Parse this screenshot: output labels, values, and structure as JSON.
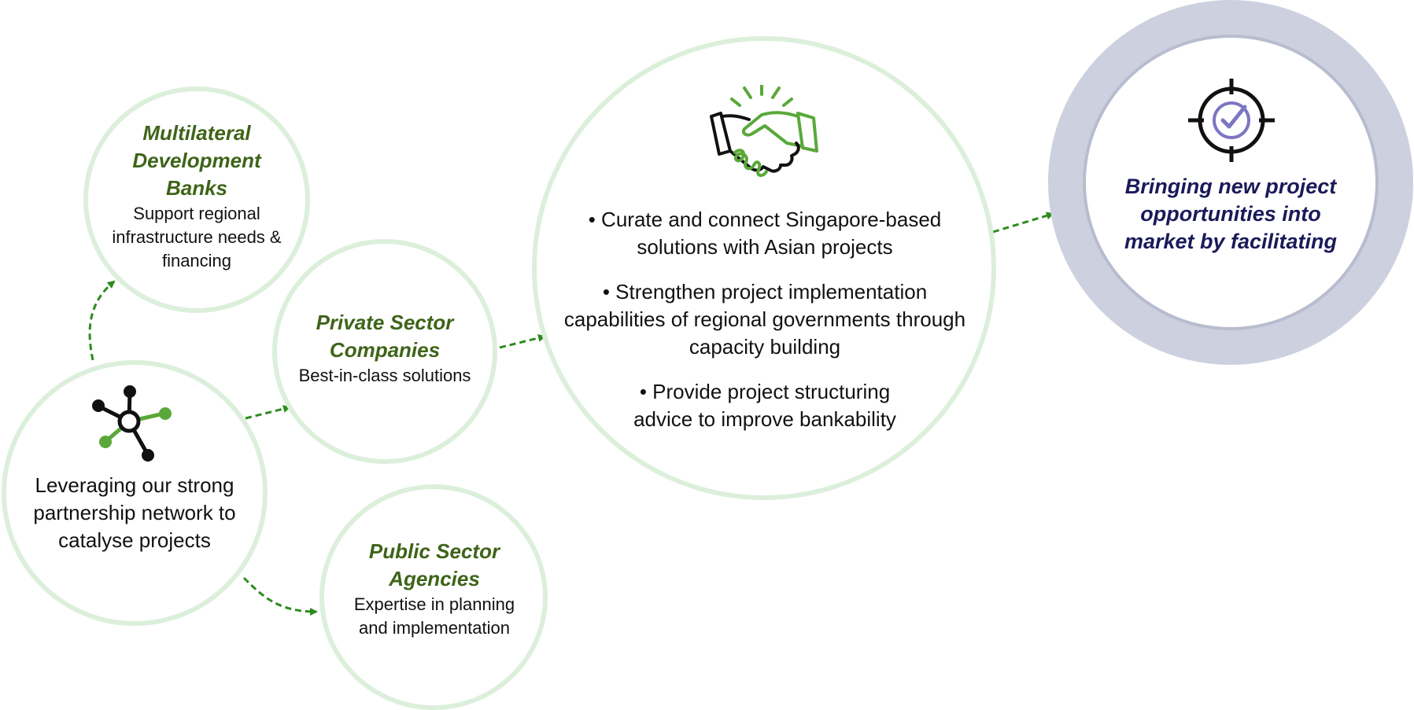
{
  "hub": {
    "text": "Leveraging our strong partnership network to catalyse projects",
    "icon": "network-icon"
  },
  "partners": [
    {
      "title": "Multilateral Development Banks",
      "description": "Support regional infrastructure needs & financing"
    },
    {
      "title": "Private Sector Companies",
      "description": "Best-in-class solutions"
    },
    {
      "title": "Public Sector Agencies",
      "description": "Expertise in planning and implementation"
    }
  ],
  "actions": {
    "icon": "handshake-icon",
    "bullets": [
      "• Curate and connect Singapore-based solutions with Asian projects",
      "• Strengthen project implementation capabilities of regional governments through capacity building",
      "• Provide project structuring advice to improve bankability"
    ]
  },
  "goal": {
    "text": "Bringing new project opportunities into market by facilitating",
    "icon": "target-check-icon"
  },
  "colors": {
    "circle_outline": "#dcefdb",
    "accent_green": "#3e6418",
    "icon_green": "#5aa83a",
    "arrow_green": "#2e8b1e",
    "goal_ring": "#cdd0de",
    "goal_text": "#1a1a5a",
    "icon_purple": "#7b76c4"
  }
}
